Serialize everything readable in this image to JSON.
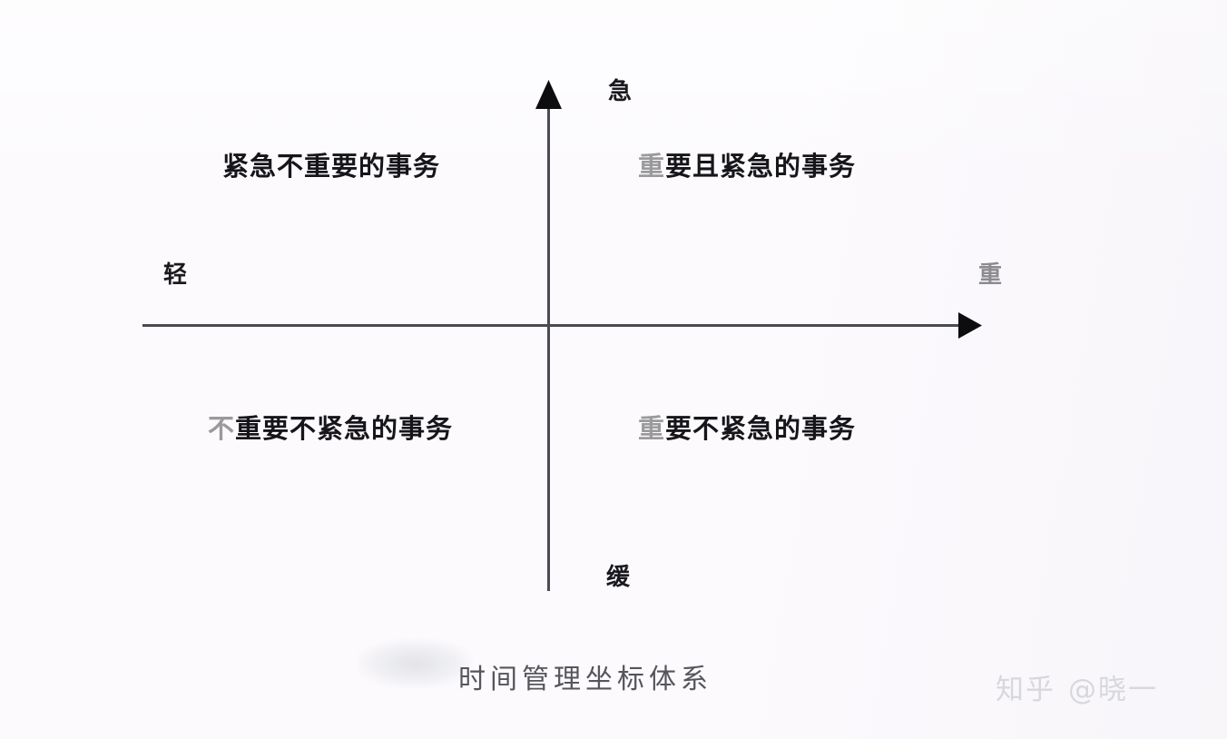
{
  "title": "时间管理坐标体系",
  "colors": {
    "background": "#fcfafd",
    "axis": "#4a4a52",
    "arrow": "#0d0d0f",
    "text": "#16161a",
    "caption": "#55555c",
    "watermark": "#d6d8de"
  },
  "axes": {
    "top_label": "急",
    "bottom_label": "缓",
    "left_label": "轻",
    "right_label": "重"
  },
  "quadrants": [
    {
      "id": "q2",
      "label": "紧急不重要的事务",
      "position": "top-left"
    },
    {
      "id": "q1",
      "label": "重要且紧急的事务",
      "position": "top-right"
    },
    {
      "id": "q3",
      "label": "不重要不紧急的事务",
      "position": "bottom-left"
    },
    {
      "id": "q4",
      "label": "重要不紧急的事务",
      "position": "bottom-right"
    }
  ],
  "caption": "时间管理坐标体系",
  "watermark": {
    "site": "知乎",
    "handle": "@晓一"
  },
  "chart_data": {
    "type": "scatter",
    "title": "时间管理坐标体系",
    "xlabel": "轻 → 重",
    "ylabel": "缓 → 急",
    "x_axis": {
      "min_label": "轻",
      "max_label": "重"
    },
    "y_axis": {
      "min_label": "缓",
      "max_label": "急"
    },
    "grid": false,
    "legend": "none",
    "annotations": [
      {
        "quadrant": "top-left",
        "text": "紧急不重要的事务",
        "x": -0.5,
        "y": 0.6
      },
      {
        "quadrant": "top-right",
        "text": "重要且紧急的事务",
        "x": 0.5,
        "y": 0.6
      },
      {
        "quadrant": "bottom-left",
        "text": "不重要不紧急的事务",
        "x": -0.5,
        "y": -0.4
      },
      {
        "quadrant": "bottom-right",
        "text": "重要不紧急的事务",
        "x": 0.5,
        "y": -0.4
      }
    ]
  }
}
